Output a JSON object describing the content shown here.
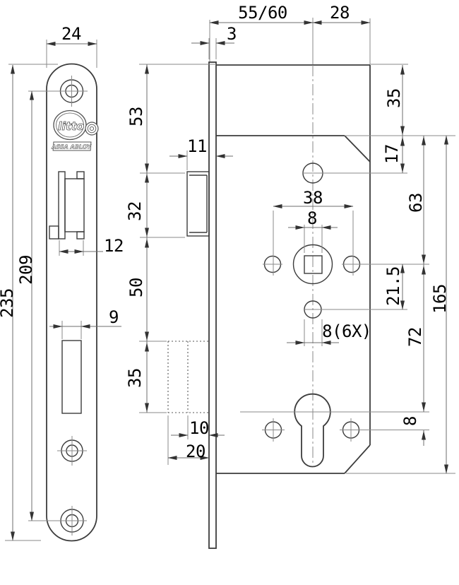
{
  "drawing": {
    "brand": {
      "logo": "litto",
      "maker": "ASSA ABLOY"
    },
    "dims": {
      "plate_width": "24",
      "plate_height": "235",
      "screw_spacing": "209",
      "latch_slot_width": "12",
      "bolt_slot_width": "9",
      "plate_thickness": "3",
      "backset": "55/60",
      "case_behind": "28",
      "top_to_latch": "53",
      "latch_height": "32",
      "latch_to_bolt": "50",
      "bolt_height": "35",
      "latch_protrusion": "11",
      "bolt_mid_throw": "10",
      "bolt_throw": "20",
      "case_top": "35",
      "datum_to_hole": "17",
      "datum_to_spindle": "63",
      "furniture_holes": "38",
      "spindle_square": "8",
      "hole_diameter": "8(6X)",
      "spindle_to_hole": "21.5",
      "spindle_to_cylinder": "72",
      "case_height": "165",
      "cylinder_hole_offset": "8"
    }
  }
}
